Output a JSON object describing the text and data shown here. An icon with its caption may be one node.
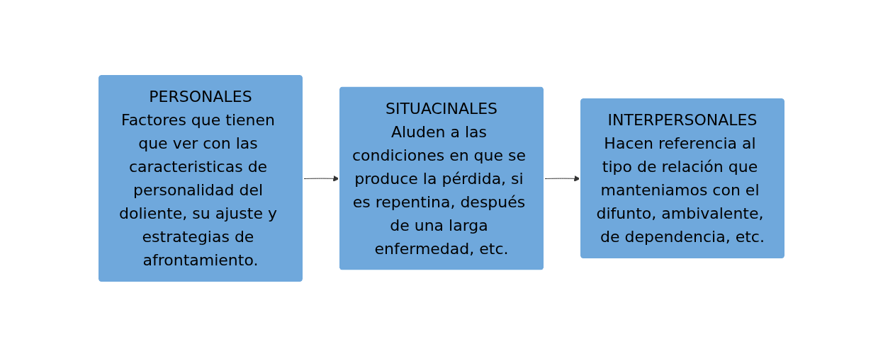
{
  "diagram": {
    "nodes": [
      {
        "text": [
          "PERSONALES",
          "Factores que tienen que ver con las caracteristicas de personalidad del doliente, su ajuste y estrategias de afrontamiento."
        ]
      },
      {
        "text": [
          "SITUACINALES",
          "Aluden a las condiciones en que se produce la pérdida, si es repentina, después de una larga enfermedad, etc."
        ]
      },
      {
        "text": [
          "INTERPERSONALES",
          "Hacen referencia al tipo de relación que manteniamos con el difunto, ambivalente, de dependencia, etc."
        ]
      }
    ],
    "edges": [
      {
        "from": 0,
        "to": 1,
        "arrow": "to"
      },
      {
        "from": 1,
        "to": 2,
        "arrow": "to"
      }
    ]
  }
}
